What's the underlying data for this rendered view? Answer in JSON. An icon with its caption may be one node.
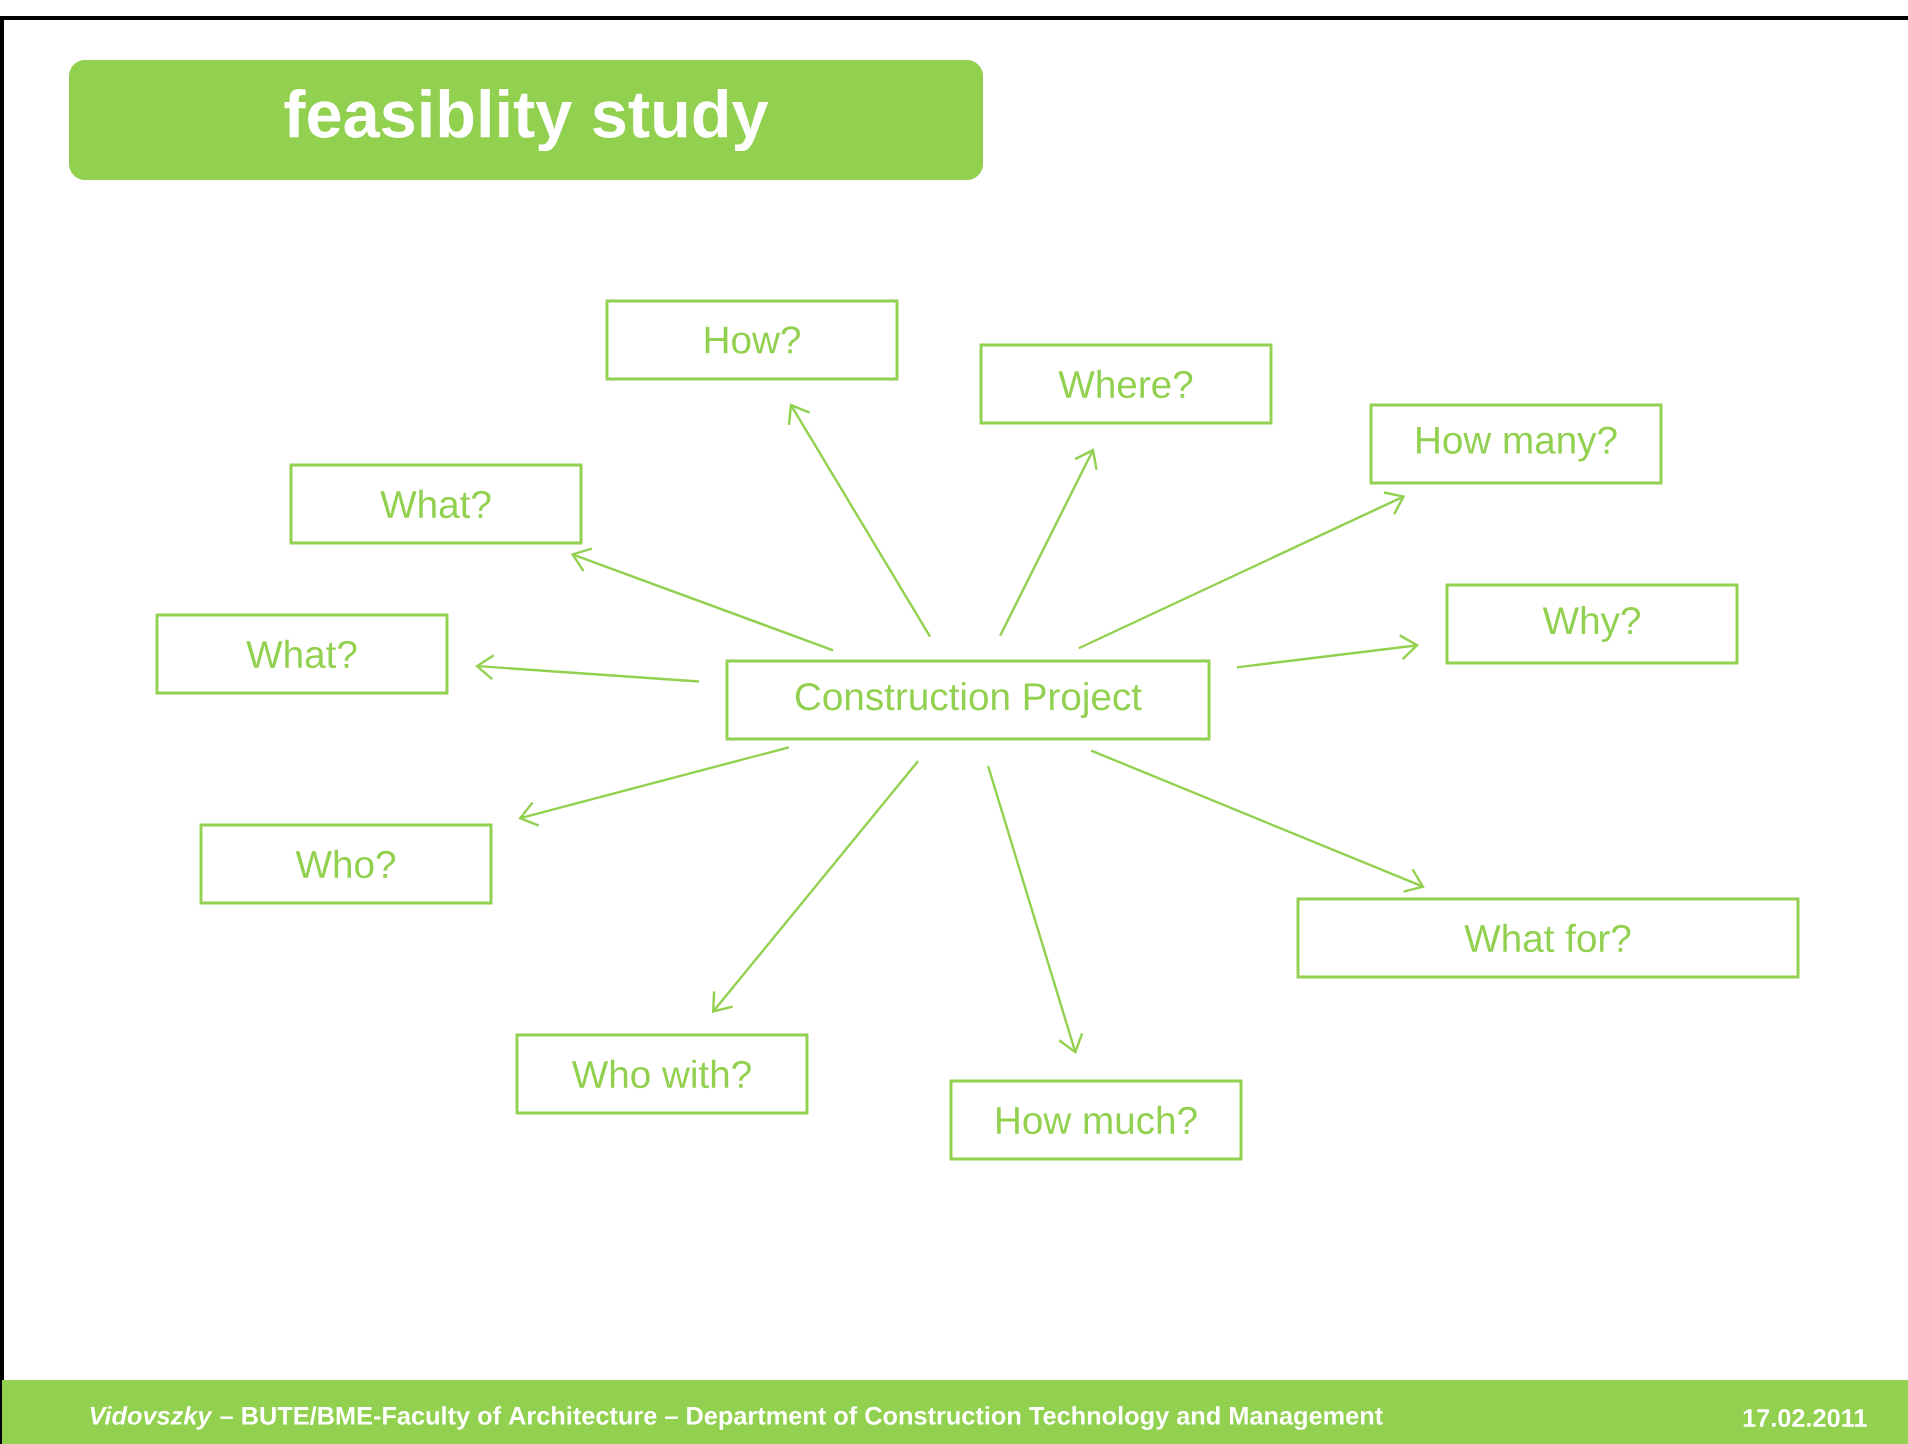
{
  "diagram": {
    "title": "feasiblity study",
    "nodes": [
      {
        "text": [
          "Construction Project"
        ]
      },
      {
        "text": [
          "How?"
        ]
      },
      {
        "text": [
          "Where?"
        ]
      },
      {
        "text": [
          "How many?"
        ]
      },
      {
        "text": [
          "What?"
        ]
      },
      {
        "text": [
          "Why?"
        ]
      },
      {
        "text": [
          "What?"
        ]
      },
      {
        "text": [
          "Who?"
        ]
      },
      {
        "text": [
          "What for?"
        ]
      },
      {
        "text": [
          "Who with?"
        ]
      },
      {
        "text": [
          "How much?"
        ]
      }
    ],
    "edges": [
      {
        "from": 0,
        "to": 1,
        "arrow": "to"
      },
      {
        "from": 0,
        "to": 2,
        "arrow": "to"
      },
      {
        "from": 0,
        "to": 3,
        "arrow": "to"
      },
      {
        "from": 0,
        "to": 4,
        "arrow": "to"
      },
      {
        "from": 0,
        "to": 5,
        "arrow": "to"
      },
      {
        "from": 0,
        "to": 6,
        "arrow": "to"
      },
      {
        "from": 0,
        "to": 7,
        "arrow": "to"
      },
      {
        "from": 0,
        "to": 8,
        "arrow": "to"
      },
      {
        "from": 0,
        "to": 9,
        "arrow": "to"
      },
      {
        "from": 0,
        "to": 10,
        "arrow": "to"
      }
    ],
    "labels": [
      "*Vidovszky* – BUTE/BME-Faculty of Architecture – Department of Construction Technology and Management",
      "17.02.2011"
    ]
  }
}
